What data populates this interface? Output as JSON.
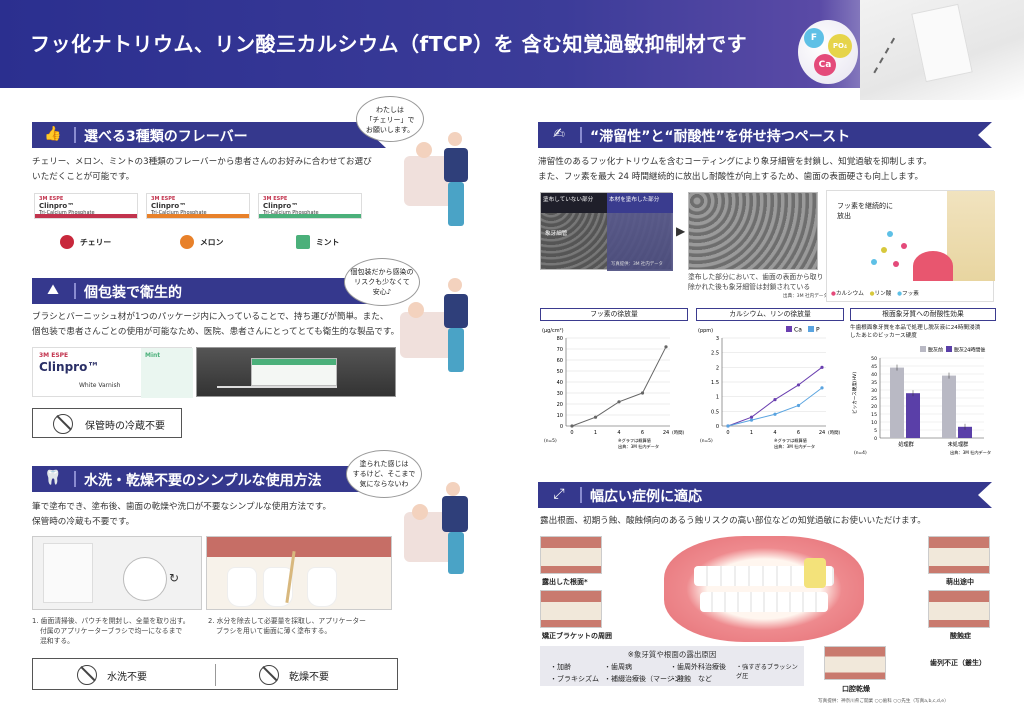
{
  "banner": {
    "title": "フッ化ナトリウム、リン酸三カルシウム（fTCP）を 含む知覚過敏抑制材です",
    "molecule_labels": [
      "F",
      "PO₄",
      "Ca"
    ]
  },
  "section1": {
    "title": "選べる3種類のフレーバー",
    "body_line1": "チェリー、メロン、ミントの3種類のフレーバーから患者さんのお好みに合わせてお選び",
    "body_line2": "いただくことが可能です。",
    "packs": [
      {
        "brand": "3M ESPE",
        "name": "Clinpro™",
        "sub": "Tri-Calcium Phosphate",
        "stripe": "#c2334d"
      },
      {
        "brand": "3M ESPE",
        "name": "Clinpro™",
        "sub": "Tri-Calcium Phosphate",
        "stripe": "#e8812a"
      },
      {
        "brand": "3M ESPE",
        "name": "Clinpro™",
        "sub": "Tri-Calcium Phosphate",
        "stripe": "#4bb07a"
      }
    ],
    "flavors": [
      {
        "label": "チェリー",
        "color": "#c8283c"
      },
      {
        "label": "メロン",
        "color": "#e8812a"
      },
      {
        "label": "ミント",
        "color": "#4bb07a"
      }
    ],
    "bubble_line1": "わたしは",
    "bubble_line2": "「チェリー」で",
    "bubble_line3": "お願いします。"
  },
  "section2": {
    "title": "個包装で衛生的",
    "body_line1": "ブラシとバーニッシュ材が1つのパッケージ内に入っていることで、持ち運びが簡単。また、",
    "body_line2": "個包装で患者さんごとの使用が可能なため、医院、患者さんにとってとても衛生的な製品です。",
    "pack_brand": "3M ESPE",
    "pack_name": "Clinpro™",
    "pack_sub": "White Varnish",
    "pack_flavor": "Mint",
    "badge": "保管時の冷蔵不要",
    "bubble_line1": "個包装だから感染の",
    "bubble_line2": "リスクも少なくて",
    "bubble_line3": "安心♪"
  },
  "section3": {
    "title": "水洗・乾燥不要のシンプルな使用方法",
    "body_line1": "筆で塗布でき、塗布後、歯面の乾燥や洗口が不要なシンプルな使用方法です。",
    "body_line2": "保管時の冷蔵も不要です。",
    "step1_line1": "1. 歯面清掃後、パウチを開封し、全量を取り出す。",
    "step1_line2": "付属のアプリケーターブラシで均一になるまで",
    "step1_line3": "混和する。",
    "step2_line1": "2. 水分を除去して必要量を採取し、アプリケーター",
    "step2_line2": "ブラシを用いて歯面に薄く塗布する。",
    "badge1": "水洗不要",
    "badge2": "乾燥不要",
    "bubble_line1": "塗られた感じは",
    "bubble_line2": "するけど、そこまで",
    "bubble_line3": "気にならないわ"
  },
  "section4": {
    "title": "“滞留性”と“耐酸性”を併せ持つペースト",
    "body_line1": "滞留性のあるフッ化ナトリウムを含むコーティングにより象牙細管を封鎖し、知覚過敏を抑制します。",
    "body_line2": "また、フッ素を最大 24 時間継続的に放出し耐酸性が向上するため、歯面の表面硬さも向上します。",
    "sem_label_left": "塗布していない部分",
    "sem_label_right": "本材を塗布した部分",
    "sem_caption_inner": "象牙細管",
    "sem_credit": "写真提供：3M 社内データ",
    "sem2_caption_line1": "塗布した部分において、歯面の表面から取り",
    "sem2_caption_line2": "除かれた後も象牙細管は封鎖されている",
    "sem2_credit": "出典：3M 社内データ",
    "release_line1": "フッ素を継続的に",
    "release_line2": "放出",
    "legend": [
      {
        "label": "カルシウム",
        "color": "#e44a7a"
      },
      {
        "label": "リン酸",
        "color": "#d7c83c"
      },
      {
        "label": "フッ素",
        "color": "#5ec0e6"
      }
    ]
  },
  "chart_data": [
    {
      "type": "line",
      "title": "フッ素の徐放量",
      "ylabel": "(µg/cm²)",
      "xlabel": "(時間)",
      "x": [
        0,
        1,
        4,
        6,
        24
      ],
      "series": [
        {
          "values": [
            0,
            8,
            22,
            30,
            72
          ]
        }
      ],
      "ylim": [
        0,
        80
      ],
      "yticks": [
        0,
        10,
        20,
        30,
        40,
        50,
        60,
        70,
        80
      ],
      "notes": [
        "※グラフは概算値",
        "出典：3M 社内データ"
      ],
      "n_label": "(n=5)"
    },
    {
      "type": "line",
      "title": "カルシウム、リンの徐放量",
      "ylabel": "(ppm)",
      "xlabel": "(時間)",
      "x": [
        0,
        1,
        4,
        6,
        24
      ],
      "series": [
        {
          "name": "Ca",
          "color": "#6a3fb0",
          "values": [
            0,
            0.3,
            0.9,
            1.4,
            2.0
          ]
        },
        {
          "name": "P",
          "color": "#5aa4e0",
          "values": [
            0,
            0.2,
            0.4,
            0.7,
            1.3
          ]
        }
      ],
      "ylim": [
        0,
        3
      ],
      "yticks": [
        0,
        0.5,
        1,
        1.5,
        2,
        2.5,
        3
      ],
      "notes": [
        "※グラフは概算値",
        "出典：3M 社内データ"
      ],
      "n_label": "(n=5)"
    },
    {
      "type": "bar",
      "title": "根面象牙質への耐酸性効果",
      "subtitle_line1": "牛歯根面象牙質を本品で処理し脱灰液に24時間浸漬",
      "subtitle_line2": "したあとのビッカース硬度",
      "ylabel": "ビッカース硬度(HV)",
      "categories": [
        "処理群",
        "未処理群"
      ],
      "series": [
        {
          "name": "脱灰前",
          "color": "#b9b9c4",
          "values": [
            44,
            39
          ]
        },
        {
          "name": "脱灰24時間後",
          "color": "#5a3fa8",
          "values": [
            28,
            7
          ]
        }
      ],
      "ylim": [
        0,
        50
      ],
      "yticks": [
        0,
        5,
        10,
        15,
        20,
        25,
        30,
        35,
        40,
        45,
        50
      ],
      "notes": [
        "出典：3M 社内データ"
      ],
      "n_label": "(n=4)"
    }
  ],
  "section5": {
    "title": "幅広い症例に適応",
    "body": "露出根面、初期う蝕、酸蝕傾向のあるう蝕リスクの高い部位などの知覚過敏にお使いいただけます。",
    "cases_left": [
      "露出した根面*",
      "矯正ブラケットの周囲"
    ],
    "cases_right": [
      "萌出途中",
      "酸蝕症",
      "歯列不正（叢生）"
    ],
    "case_bottom": "口腔乾燥",
    "causes_title": "※象牙質や根面の露出原因",
    "causes": [
      "・加齢",
      "・歯周病",
      "・歯周外科治療後",
      "・強すぎるブラッシング圧",
      "・ブラキシズム",
      "・補綴治療後（マージン）",
      "・酸蝕　など"
    ],
    "credit": "写真提供：神奈川県ご開業 ○○歯科 ○○先生（写真a,b,c,d,e）"
  }
}
